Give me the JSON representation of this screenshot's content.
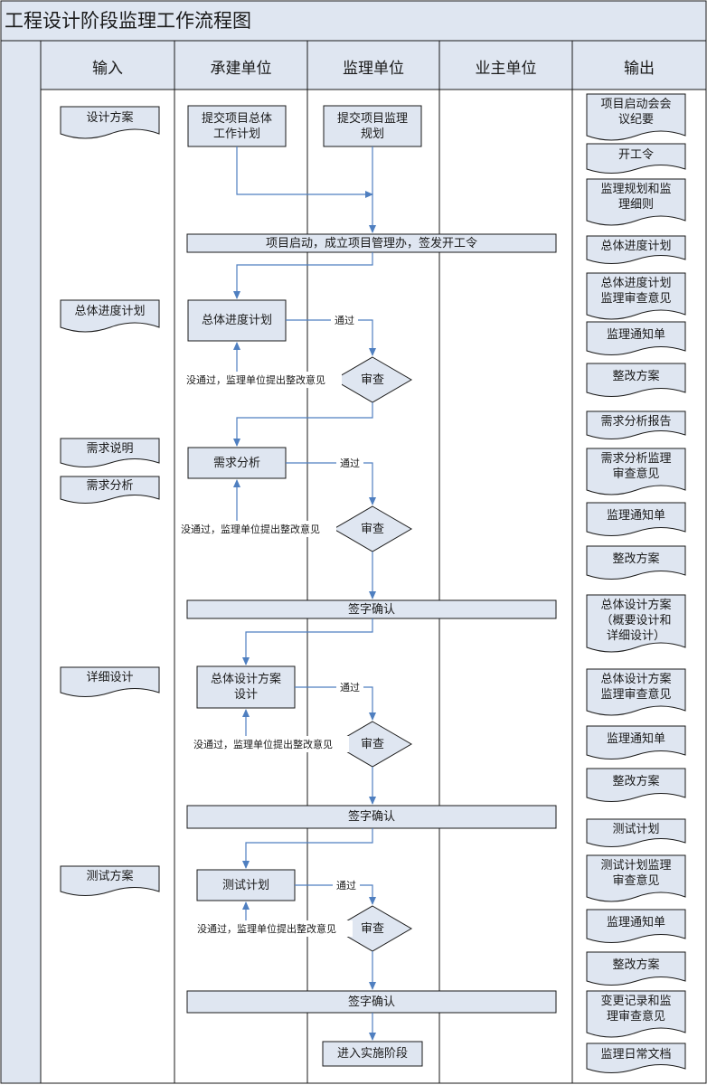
{
  "title": "工程设计阶段监理工作流程图",
  "colors": {
    "header_fill": "#dfe6f1",
    "box_fill": "#dfe6f1",
    "border": "#1a1a1a",
    "arrow": "#4f7fc0"
  },
  "columns": [
    "输入",
    "承建单位",
    "监理单位",
    "业主单位",
    "输出"
  ],
  "inputs": [
    "设计方案",
    "总体进度计划",
    "需求说明",
    "需求分析",
    "详细设计",
    "测试方案"
  ],
  "contractor": {
    "submit_plan": "提交项目总体\n工作计划",
    "schedule": "总体进度计划",
    "req_analysis": "需求分析",
    "design": "总体设计方案\n设计",
    "test_plan": "测试计划"
  },
  "supervisor": {
    "submit_plan": "提交项目监理\n规划",
    "start_phase": "进入实施阶段"
  },
  "bars": {
    "kickoff": "项目启动，成立项目管理办，签发开工令",
    "sign": "签字确认"
  },
  "review": "审查",
  "pass": "通过",
  "fail": "没通过，监理单位提出整改意见",
  "outputs": [
    "项目启动会会\n议纪要",
    "开工令",
    "监理规划和监\n理细则",
    "总体进度计划",
    "总体进度计划\n监理审查意见",
    "监理通知单",
    "整改方案",
    "需求分析报告",
    "需求分析监理\n审查意见",
    "监理通知单",
    "整改方案",
    "总体设计方案\n（概要设计和\n详细设计）",
    "总体设计方案\n监理审查意见",
    "监理通知单",
    "整改方案",
    "测试计划",
    "测试计划监理\n审查意见",
    "监理通知单",
    "整改方案",
    "变更记录和监\n理审查意见",
    "监理日常文档"
  ]
}
